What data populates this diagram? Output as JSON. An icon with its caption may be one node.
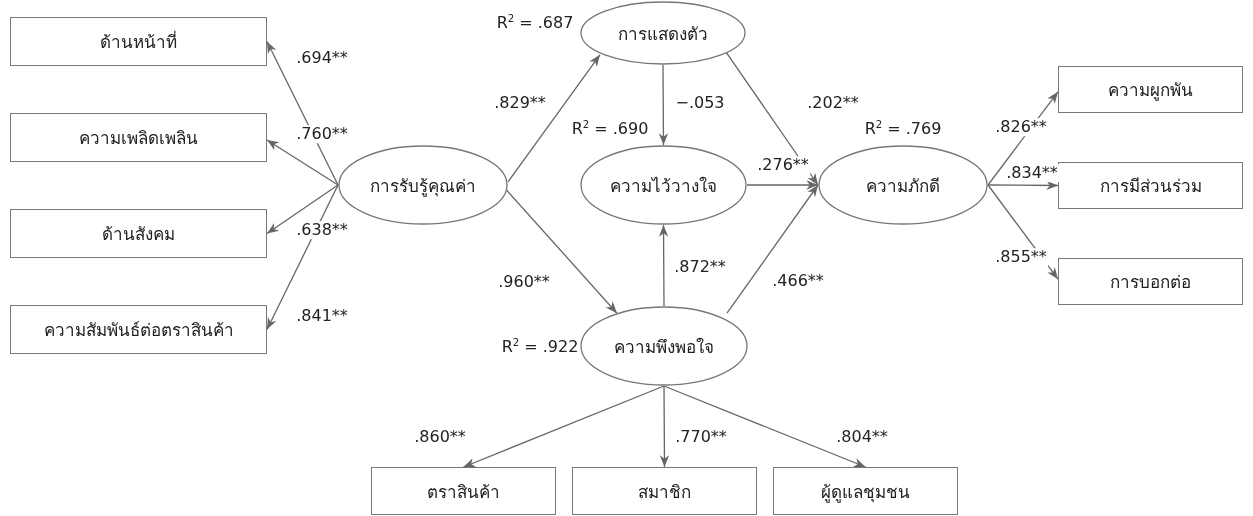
{
  "diagram": {
    "nodes": [
      {
        "text": [
          "ด้านหน้าที่"
        ]
      },
      {
        "text": [
          "ความเพลิดเพลิน"
        ]
      },
      {
        "text": [
          "ด้านสังคม"
        ]
      },
      {
        "text": [
          "ความสัมพันธ์ต่อตราสินค้า"
        ]
      },
      {
        "text": [
          "การรับรู้คุณค่า"
        ]
      },
      {
        "text": [
          "การแสดงตัว"
        ],
        "beside": [
          "R$^{2}$ = .687"
        ]
      },
      {
        "text": [
          "ความไว้วางใจ"
        ],
        "beside": [
          "R$^{2}$ = .690"
        ]
      },
      {
        "text": [
          "ความภักดี"
        ],
        "beside": [
          "R$^{2}$ = .769"
        ]
      },
      {
        "text": [
          "ความพึงพอใจ"
        ],
        "beside": [
          "R$^{2}$ = .922"
        ]
      },
      {
        "text": [
          "ความผูกพัน"
        ]
      },
      {
        "text": [
          "การมีส่วนร่วม"
        ]
      },
      {
        "text": [
          "การบอกต่อ"
        ]
      },
      {
        "text": [
          "ตราสินค้า"
        ]
      },
      {
        "text": [
          "สมาชิก"
        ]
      },
      {
        "text": [
          "ผู้ดูแลชุมชน"
        ]
      }
    ],
    "edges": [
      {
        "from": 4,
        "to": 0,
        "arrow": "to",
        "label": ".694**"
      },
      {
        "from": 4,
        "to": 1,
        "arrow": "to",
        "label": ".760**"
      },
      {
        "from": 4,
        "to": 2,
        "arrow": "to",
        "label": ".638**"
      },
      {
        "from": 4,
        "to": 3,
        "arrow": "to",
        "label": ".841**"
      },
      {
        "from": 4,
        "to": 5,
        "arrow": "to",
        "label": ".829**"
      },
      {
        "from": 4,
        "to": 8,
        "arrow": "to",
        "label": ".960**"
      },
      {
        "from": 5,
        "to": 6,
        "arrow": "to",
        "label": "−.053"
      },
      {
        "from": 5,
        "to": 7,
        "arrow": "to",
        "label": ".202**"
      },
      {
        "from": 6,
        "to": 7,
        "arrow": "to",
        "label": ".276**"
      },
      {
        "from": 8,
        "to": 6,
        "arrow": "to",
        "label": ".872**"
      },
      {
        "from": 8,
        "to": 7,
        "arrow": "to",
        "label": ".466**"
      },
      {
        "from": 7,
        "to": 9,
        "arrow": "to",
        "label": ".826**"
      },
      {
        "from": 7,
        "to": 10,
        "arrow": "to",
        "label": ".834**"
      },
      {
        "from": 7,
        "to": 11,
        "arrow": "to",
        "label": ".855**"
      },
      {
        "from": 8,
        "to": 12,
        "arrow": "to",
        "label": ".860**"
      },
      {
        "from": 8,
        "to": 13,
        "arrow": "to",
        "label": ".770**"
      },
      {
        "from": 8,
        "to": 14,
        "arrow": "to",
        "label": ".804**"
      }
    ]
  }
}
